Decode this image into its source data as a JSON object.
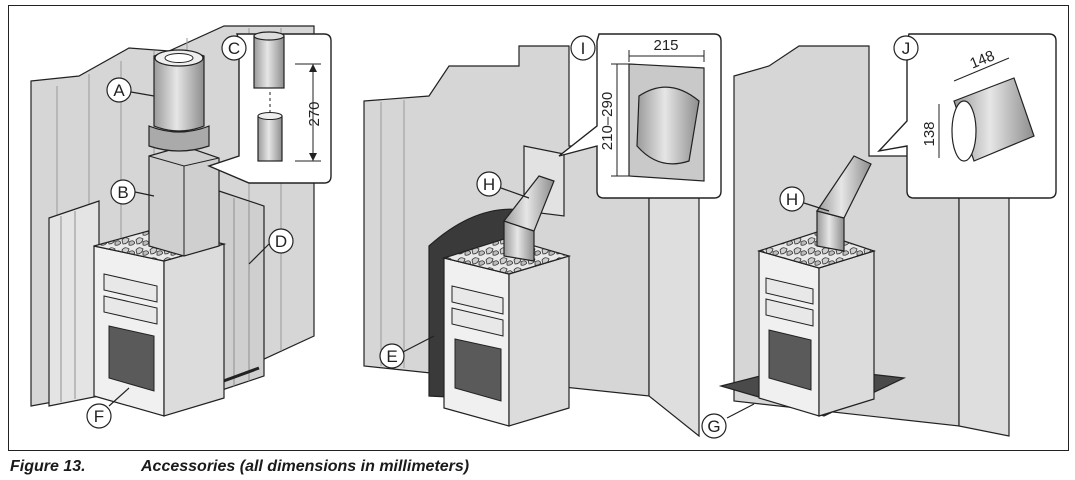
{
  "figure": {
    "number": "Figure 13.",
    "title": "Accessories (all dimensions in millimeters)"
  },
  "labels": {
    "A": "A",
    "B": "B",
    "C": "C",
    "D": "D",
    "E": "E",
    "F": "F",
    "G": "G",
    "H1": "H",
    "H2": "H",
    "I": "I",
    "J": "J"
  },
  "dimensions": {
    "c_height": "270",
    "i_width": "215",
    "i_height": "210–290",
    "j_length": "148",
    "j_diameter": "138"
  },
  "colors": {
    "line": "#222222",
    "wall": "#d9d9d9",
    "wall_dark": "#bdbdbd",
    "metal": "#c8c8c8",
    "shadow": "#8a8a8a",
    "dark_panel": "#3a3a3a"
  }
}
